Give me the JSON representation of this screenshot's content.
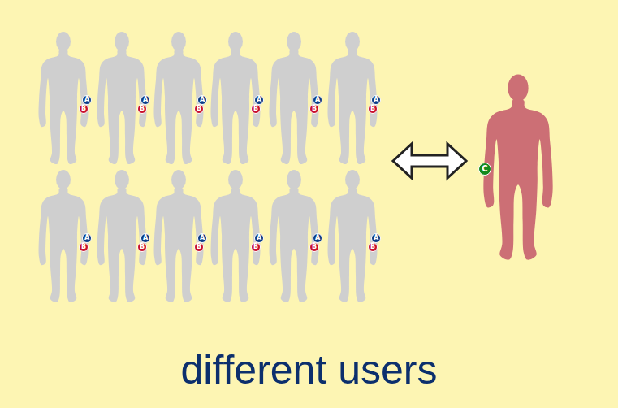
{
  "diagram": {
    "caption": "different users",
    "nodes": [
      {
        "text": [
          "A"
        ]
      },
      {
        "text": [
          "B"
        ]
      },
      {
        "text": [
          "A"
        ]
      },
      {
        "text": [
          "B"
        ]
      },
      {
        "text": [
          "A"
        ]
      },
      {
        "text": [
          "B"
        ]
      },
      {
        "text": [
          "A"
        ]
      },
      {
        "text": [
          "B"
        ]
      },
      {
        "text": [
          "A"
        ]
      },
      {
        "text": [
          "B"
        ]
      },
      {
        "text": [
          "A"
        ]
      },
      {
        "text": [
          "B"
        ]
      },
      {
        "text": [
          "A"
        ]
      },
      {
        "text": [
          "B"
        ]
      },
      {
        "text": [
          "A"
        ]
      },
      {
        "text": [
          "B"
        ]
      },
      {
        "text": [
          "A"
        ]
      },
      {
        "text": [
          "B"
        ]
      },
      {
        "text": [
          "A"
        ]
      },
      {
        "text": [
          "B"
        ]
      },
      {
        "text": [
          "A"
        ]
      },
      {
        "text": [
          "B"
        ]
      },
      {
        "text": [
          "A"
        ]
      },
      {
        "text": [
          "B"
        ]
      },
      {
        "text": [
          "C"
        ]
      }
    ]
  }
}
